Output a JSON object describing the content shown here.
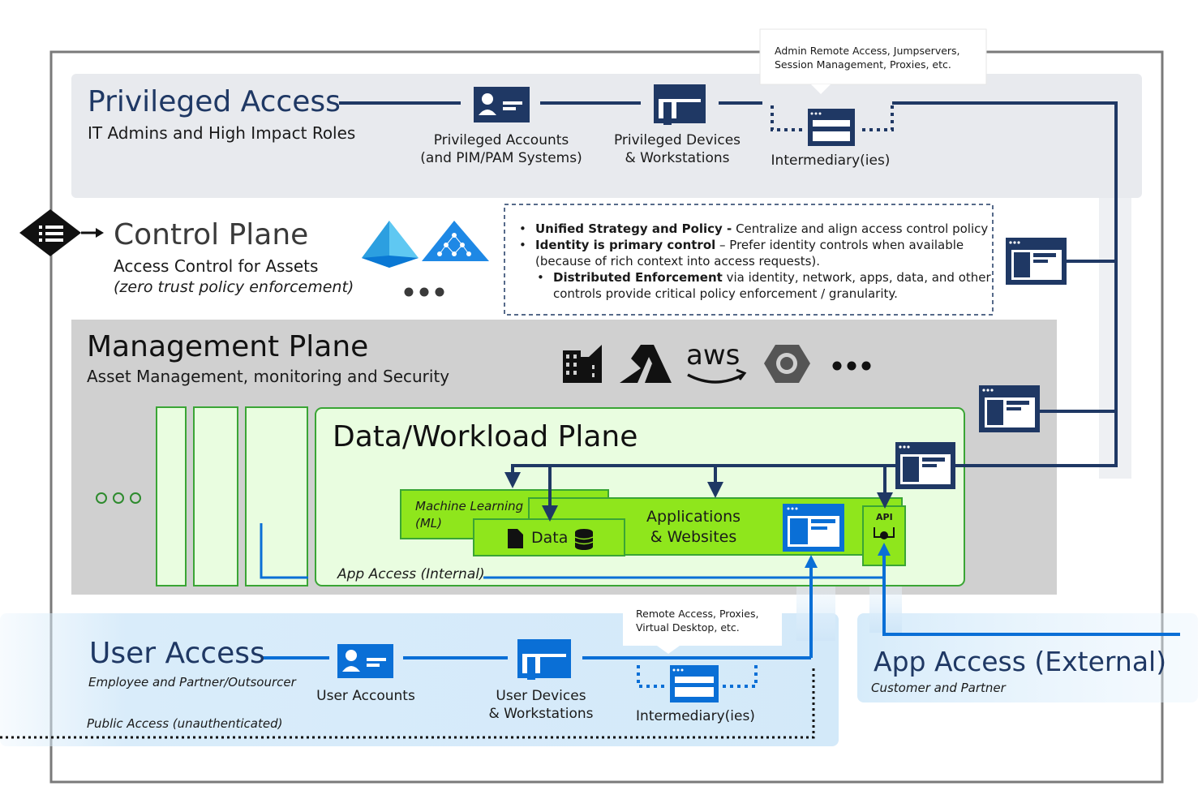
{
  "privileged": {
    "title": "Privileged Access",
    "subtitle": "IT Admins and High Impact Roles",
    "accounts_line1": "Privileged Accounts",
    "accounts_line2": "(and PIM/PAM Systems)",
    "devices_line1": "Privileged Devices",
    "devices_line2": "& Workstations",
    "intermediary": "Intermediary(ies)",
    "callout_line1": "Admin Remote Access, Jumpservers,",
    "callout_line2": "Session Management, Proxies, etc."
  },
  "control": {
    "title": "Control Plane",
    "subtitle": "Access Control for Assets",
    "subtitle2": "(zero trust policy enforcement)",
    "b1_bold": "Unified Strategy and Policy -",
    "b1_rest": " Centralize and align access control policy",
    "b2_bold": "Identity is primary control",
    "b2_rest": " – Prefer identity controls when available",
    "b2_line2": "(because of rich context into access requests).",
    "b3_bold": "Distributed Enforcement",
    "b3_rest": " via identity, network, apps, data, and other",
    "b3_line2": "controls provide critical policy enforcement / granularity."
  },
  "management": {
    "title": "Management Plane",
    "subtitle": "Asset Management, monitoring and Security",
    "aws_label": "aws"
  },
  "workload": {
    "title": "Data/Workload Plane",
    "ml_line1": "Machine Learning",
    "ml_line2": "(ML)",
    "data": "Data",
    "apps_line1": "Applications",
    "apps_line2": "& Websites",
    "api": "API",
    "app_access_internal": "App Access (Internal)"
  },
  "user": {
    "title": "User Access",
    "subtitle": "Employee and Partner/Outsourcer",
    "accounts": "User Accounts",
    "devices_line1": "User Devices",
    "devices_line2": "& Workstations",
    "intermediary": "Intermediary(ies)",
    "callout_line1": "Remote Access, Proxies,",
    "callout_line2": "Virtual Desktop, etc.",
    "public": "Public Access (unauthenticated)"
  },
  "external": {
    "title": "App Access (External)",
    "subtitle": "Customer and Partner"
  },
  "colors": {
    "navy": "#1f3864",
    "blue": "#0a6fd6",
    "green": "#7fe000",
    "light_green": "#e9fde0",
    "light_blue": "#d6ebfa",
    "gray_panel": "#d0d0d0",
    "priv_panel": "#e9ebef"
  }
}
